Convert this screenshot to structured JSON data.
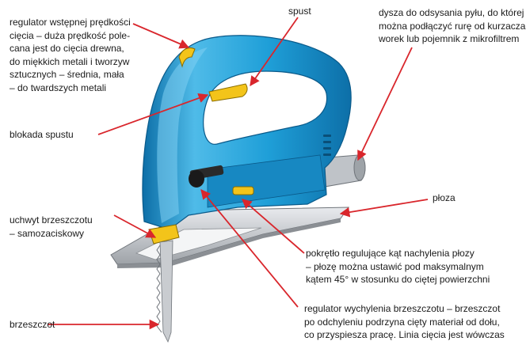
{
  "colors": {
    "body_blue": "#1f9fd8",
    "body_dark": "#0d6fa8",
    "body_light": "#7fd0f2",
    "accent_yellow": "#f3c41a",
    "arrow_red": "#d9262c",
    "metal_gray": "#c9ccd0",
    "metal_dark": "#8b8f94"
  },
  "labels": {
    "speed_regulator": [
      "regulator wstępnej prędkości",
      "cięcia – duża prędkość pole-",
      "cana jest do cięcia drewna,",
      "do miękkich metali i tworzyw",
      "sztucznych – średnia, mała",
      "– do twardszych metali"
    ],
    "trigger": "spust",
    "dust_nozzle": [
      "dysza do odsysania pyłu, do której",
      "można podłączyć rurę od kurzacza,",
      "worek lub pojemnik z mikrofiltrem"
    ],
    "trigger_lock": "blokada spustu",
    "base_plate": "płoza",
    "blade_holder": [
      "uchwyt brzeszczotu",
      "– samozaciskowy"
    ],
    "bevel_knob": [
      "pokrętło regulujące kąt nachylenia płozy",
      "– płozę można ustawić pod maksymalnym",
      "kątem 45° w stosunku do ciętej powierzchni"
    ],
    "blade": "brzeszczot",
    "pendulum_regulator": [
      "regulator wychylenia brzeszczotu – brzeszczot",
      "po odchyleniu podrzyna cięty materiał od dołu,",
      "co przyspiesza pracę. Linia cięcia jest wówczas"
    ]
  }
}
